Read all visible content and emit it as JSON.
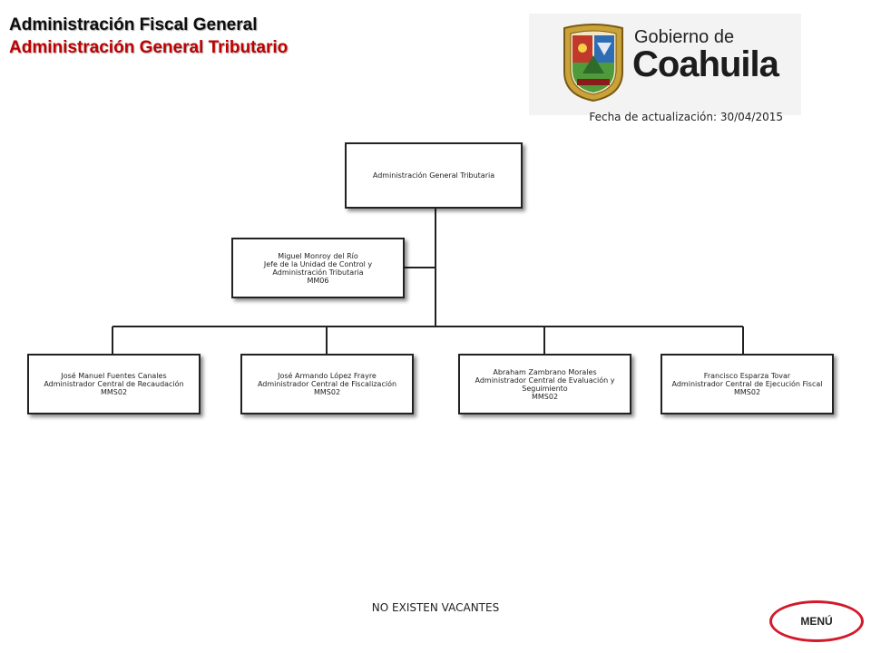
{
  "header": {
    "title": "Administración Fiscal General",
    "subtitle": "Administración General Tributario"
  },
  "logo": {
    "line1": "Gobierno de",
    "line2": "Coahuila"
  },
  "update_date": "Fecha de actualización: 30/04/2015",
  "org": {
    "root": {
      "lines": [
        "Administración General Tributaria"
      ]
    },
    "staff": {
      "lines": [
        "Miguel Monroy del Río",
        "Jefe de la Unidad de Control y Administración Tributaria",
        "MM06"
      ]
    },
    "subordinates": [
      {
        "lines": [
          "José Manuel Fuentes Canales",
          "Administrador Central de Recaudación",
          "MMS02"
        ]
      },
      {
        "lines": [
          "José Armando López Frayre",
          "Administrador Central de Fiscalización",
          "MMS02"
        ]
      },
      {
        "lines": [
          "Abraham Zambrano Morales",
          "Administrador Central de Evaluación y Seguimiento",
          "MMS02"
        ]
      },
      {
        "lines": [
          "Francisco Esparza Tovar",
          "Administrador Central de Ejecución Fiscal",
          "MMS02"
        ]
      }
    ]
  },
  "footer": {
    "vacancies": "NO EXISTEN VACANTES"
  },
  "menu": {
    "label": "MENÚ"
  },
  "colors": {
    "title2": "#c00000",
    "menu_border": "#d21a2a"
  }
}
